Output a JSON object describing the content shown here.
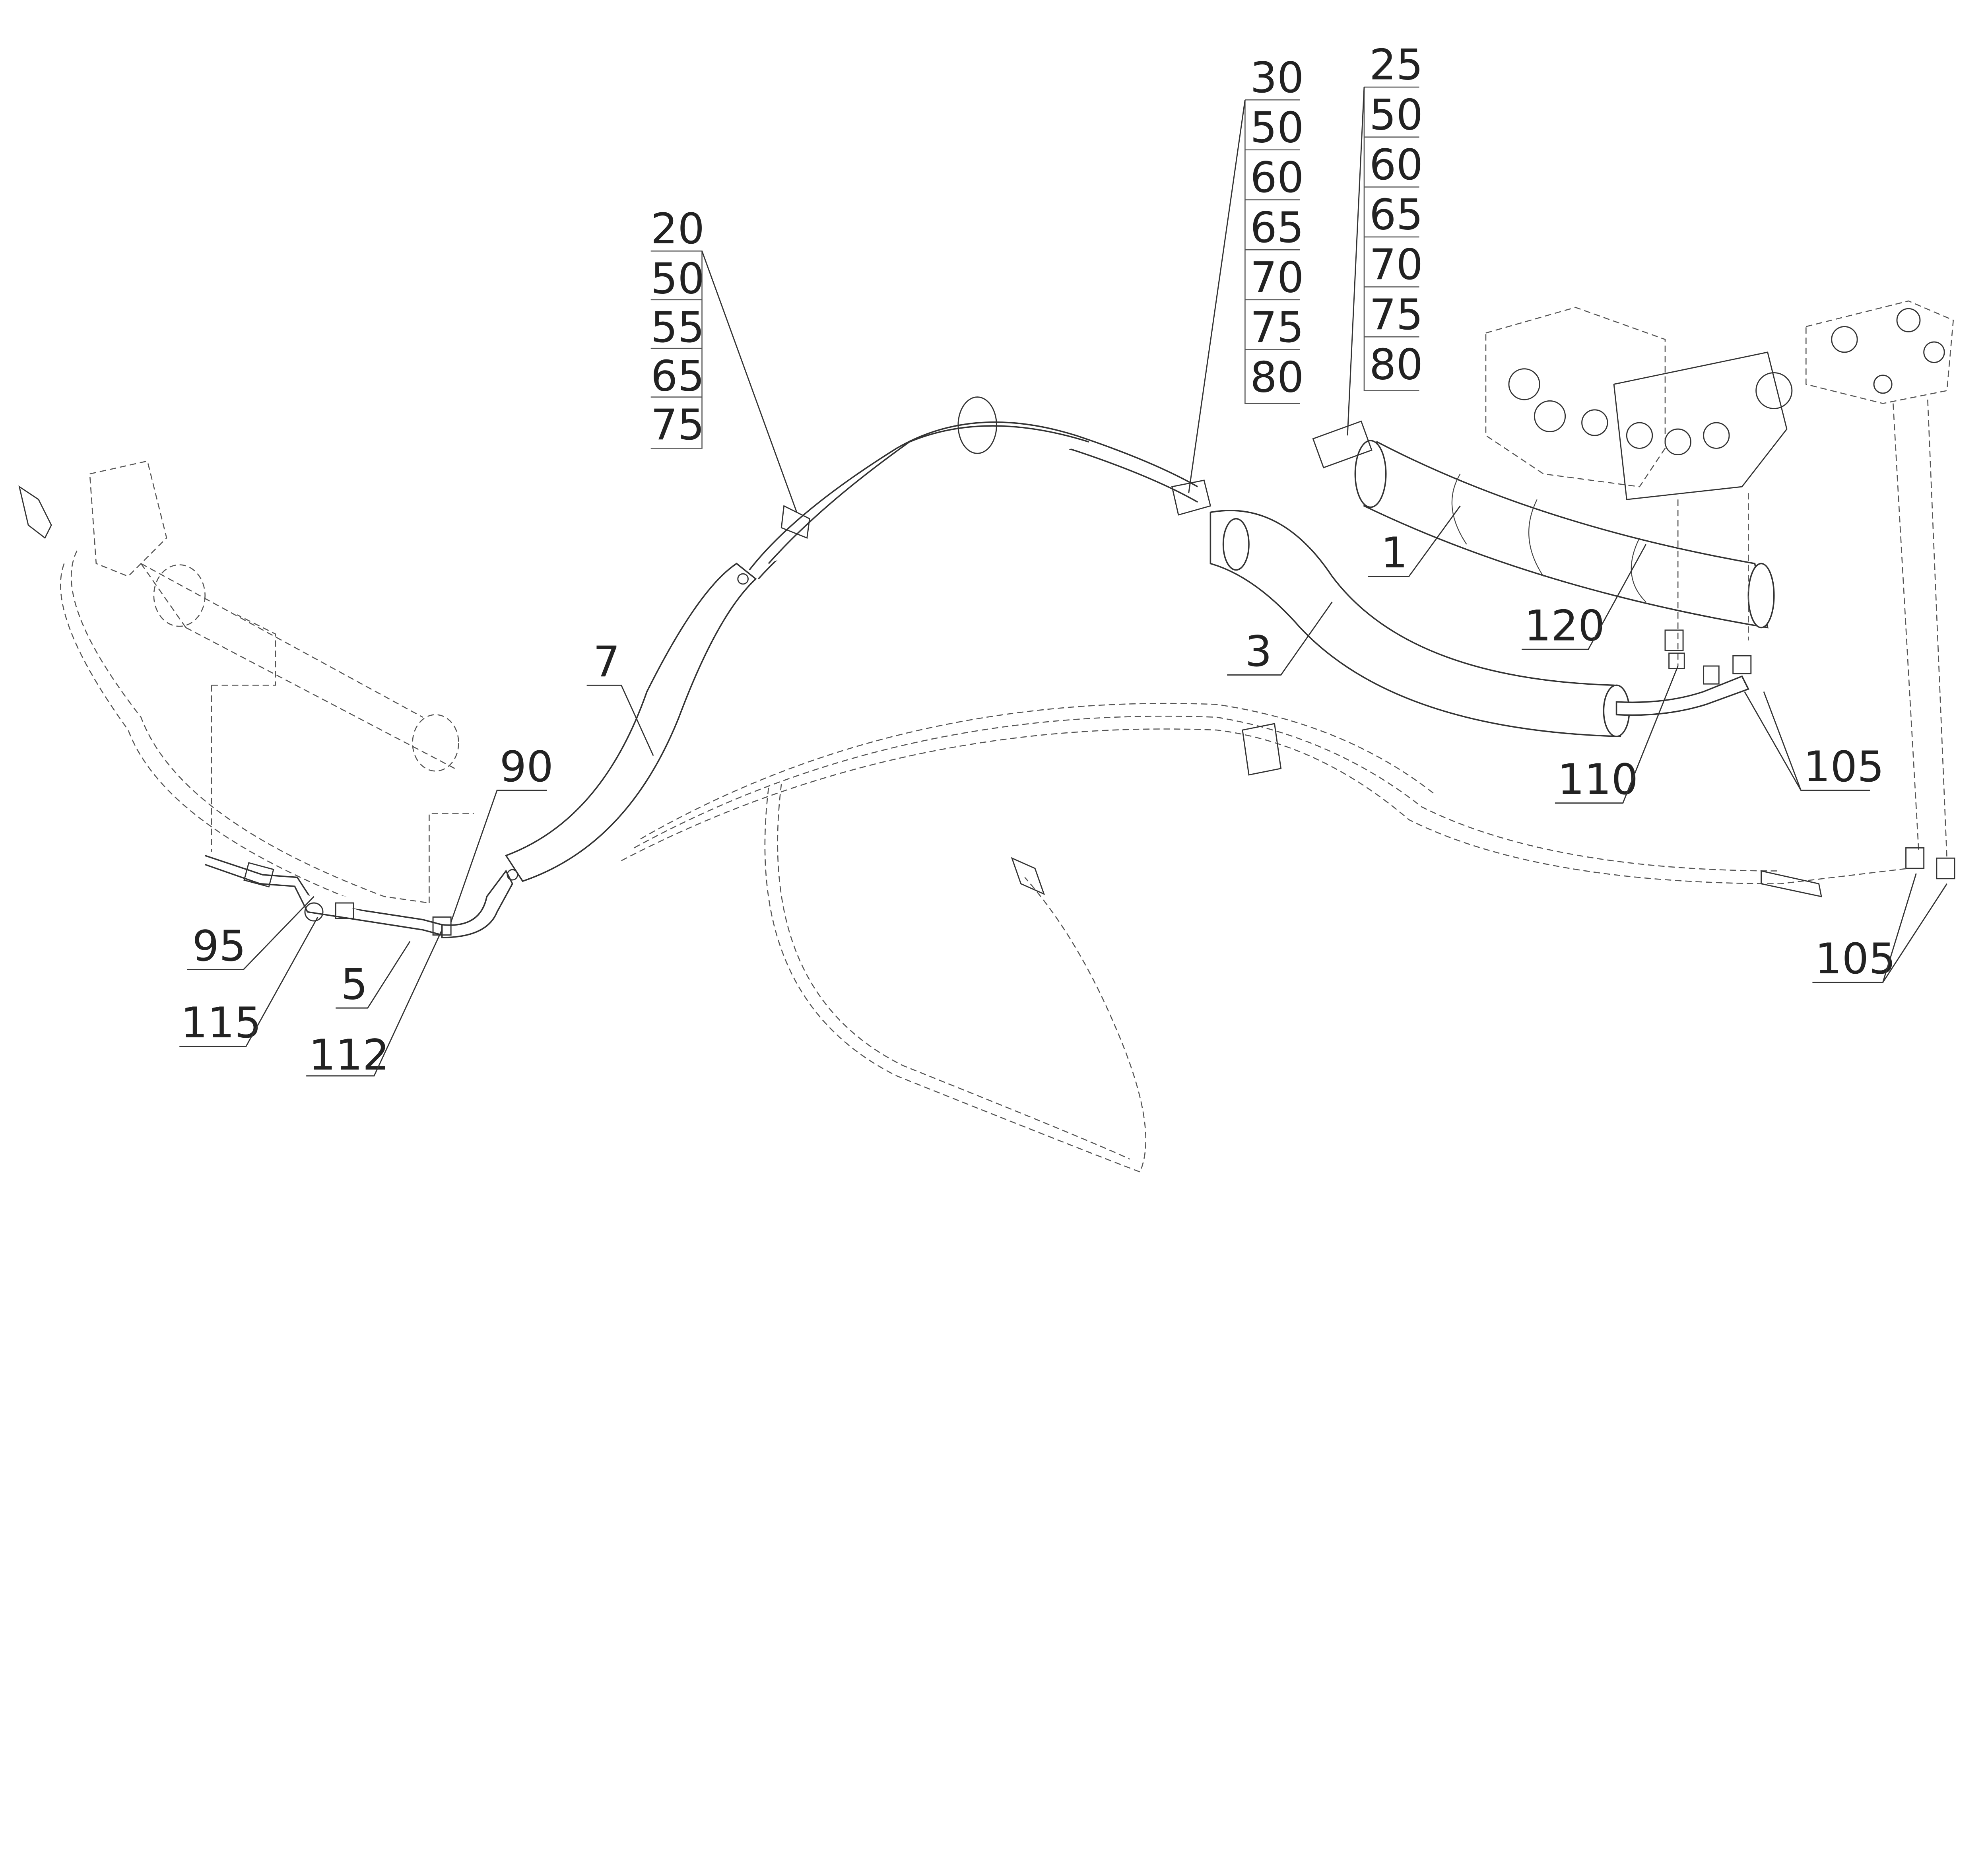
{
  "stacks": [
    {
      "items": [
        "20",
        "50",
        "55",
        "65",
        "75"
      ]
    },
    {
      "items": [
        "30",
        "50",
        "60",
        "65",
        "70",
        "75",
        "80"
      ]
    },
    {
      "items": [
        "25",
        "50",
        "60",
        "65",
        "70",
        "75",
        "80"
      ]
    }
  ],
  "callouts": {
    "c1": "1",
    "c3": "3",
    "c7": "7",
    "c120": "120",
    "c110": "110",
    "c105a": "105",
    "c105b": "105",
    "c90": "90",
    "c95": "95",
    "c5": "5",
    "c115": "115",
    "c112": "112"
  }
}
